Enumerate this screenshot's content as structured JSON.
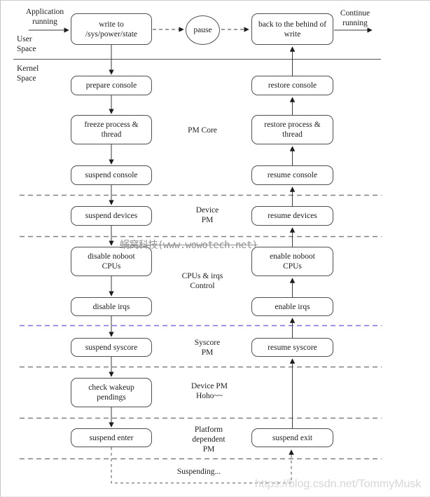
{
  "diagram": {
    "labels": {
      "application_running": "Application\nrunning",
      "user_space": "User\nSpace",
      "kernel_space": "Kernel\nSpace",
      "continue_running": "Continue\nrunning",
      "pause": "pause",
      "suspending": "Suspending..."
    },
    "stages": [
      {
        "name": "pm-core",
        "label": "PM Core"
      },
      {
        "name": "device-pm",
        "label": "Device\nPM"
      },
      {
        "name": "cpus-irqs-control",
        "label": "CPUs & irqs\nControl"
      },
      {
        "name": "syscore-pm",
        "label": "Syscore\nPM"
      },
      {
        "name": "device-pm-hoho",
        "label": "Device PM\nHoho~~"
      },
      {
        "name": "platform-dependent-pm",
        "label": "Platform\ndependent\nPM"
      }
    ],
    "suspend_nodes": [
      {
        "name": "write-to-sys-power-state",
        "label": "write to\n/sys/power/state"
      },
      {
        "name": "prepare-console",
        "label": "prepare console"
      },
      {
        "name": "freeze-process-thread",
        "label": "freeze process & thread"
      },
      {
        "name": "suspend-console",
        "label": "suspend console"
      },
      {
        "name": "suspend-devices",
        "label": "suspend devices"
      },
      {
        "name": "disable-noboot-cpus",
        "label": "disable noboot\nCPUs"
      },
      {
        "name": "disable-irqs",
        "label": "disable irqs"
      },
      {
        "name": "suspend-syscore",
        "label": "suspend syscore"
      },
      {
        "name": "check-wakeup-pendings",
        "label": "check wakeup pendings"
      },
      {
        "name": "suspend-enter",
        "label": "suspend enter"
      }
    ],
    "resume_nodes": [
      {
        "name": "back-to-behind-of-write",
        "label": "back to the behind of\nwrite"
      },
      {
        "name": "restore-console",
        "label": "restore console"
      },
      {
        "name": "restore-process-thread",
        "label": "restore process & thread"
      },
      {
        "name": "resume-console",
        "label": "resume console"
      },
      {
        "name": "resume-devices",
        "label": "resume devices"
      },
      {
        "name": "enable-noboot-cpus",
        "label": "enable noboot\nCPUs"
      },
      {
        "name": "enable-irqs",
        "label": "enable irqs"
      },
      {
        "name": "resume-syscore",
        "label": "resume  syscore"
      },
      {
        "name": "suspend-exit",
        "label": "suspend exit"
      }
    ],
    "watermarks": {
      "center": "蜗窝科技(www.wowotech.net)",
      "bottom_right": "https://blog.csdn.net/TommyMusk"
    },
    "colors": {
      "box_border": "#4f4f4f",
      "line": "#3a3a3a",
      "separator_gray": "#808080",
      "separator_blue": "#7a6fe8",
      "watermark_center": "#8f8f8f",
      "watermark_bottom": "#d6d6d6"
    }
  }
}
